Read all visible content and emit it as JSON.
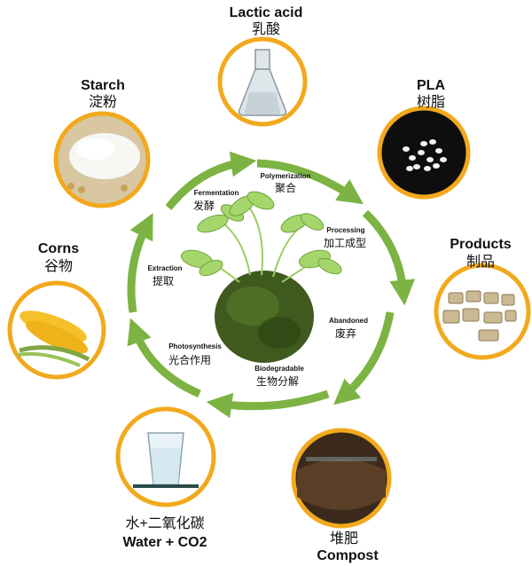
{
  "nodes": [
    {
      "id": "lactic",
      "en": "Lactic acid",
      "zh": "乳酸"
    },
    {
      "id": "pla",
      "en": "PLA",
      "zh": "树脂"
    },
    {
      "id": "products",
      "en": "Products",
      "zh": "制品"
    },
    {
      "id": "compost",
      "en": "Compost",
      "zh": "堆肥"
    },
    {
      "id": "water",
      "en": "Water + CO2",
      "zh": "水+二氧化碳"
    },
    {
      "id": "corns",
      "en": "Corns",
      "zh": "谷物"
    },
    {
      "id": "starch",
      "en": "Starch",
      "zh": "淀粉"
    }
  ],
  "steps": [
    {
      "id": "polymerization",
      "en": "Polymerization",
      "zh": "聚合"
    },
    {
      "id": "processing",
      "en": "Processing",
      "zh": "加工成型"
    },
    {
      "id": "abandoned",
      "en": "Abandoned",
      "zh": "废弃"
    },
    {
      "id": "biodegradable",
      "en": "Biodegradable",
      "zh": "生物分解"
    },
    {
      "id": "photosynthesis",
      "en": "Photosynthesis",
      "zh": "光合作用"
    },
    {
      "id": "extraction",
      "en": "Extraction",
      "zh": "提取"
    },
    {
      "id": "fermentation",
      "en": "Fermentation",
      "zh": "发酵"
    }
  ],
  "colors": {
    "ring": "#f2a91d",
    "arrow": "#7cb342",
    "text": "#111111"
  },
  "icons": {
    "center": "seedling-moss-ball-icon"
  }
}
